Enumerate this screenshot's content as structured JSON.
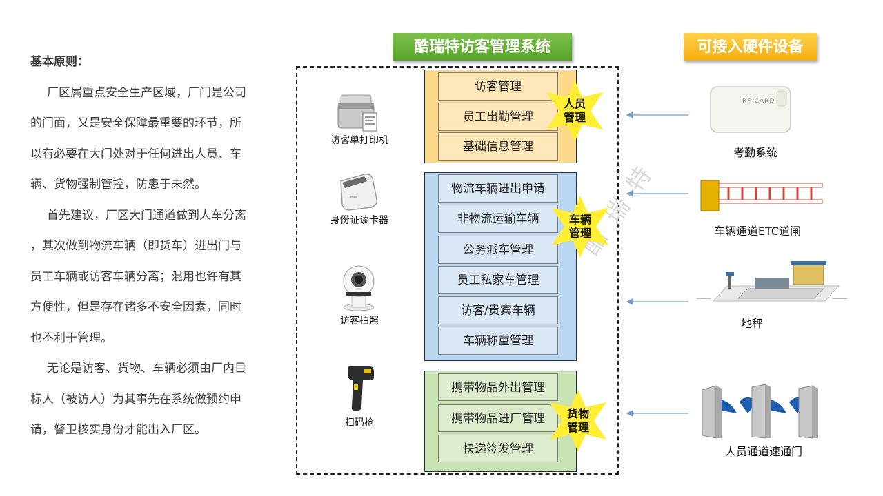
{
  "principles": {
    "heading": "基本原则：",
    "lines": [
      "厂区属重点安全生产区域，厂门是公司",
      "的门面，又是安全保障最重要的环节，所",
      "以有必要在大门处对于任何进出人员、车",
      "辆、货物强制管控，防患于未然。",
      "首先建议，厂区大门通道做到人车分离",
      "，其次做到物流车辆（即货车）进出门与",
      "员工车辆或访客车辆分离；混用也许有其",
      "方便性，但是存在诸多不安全因素，同时",
      "也不利于管理。",
      "无论是访客、货物、车辆必须由厂内目",
      "标人（被访人）为其事先在系统做预约申",
      "请，警卫核实身份才能出入厂区。"
    ]
  },
  "system_title": "酷瑞特访客管理系统",
  "hardware_title": "可接入硬件设备",
  "person_group": {
    "star_label": "人员\n管理",
    "items": [
      "访客管理",
      "员工出勤管理",
      "基础信息管理"
    ]
  },
  "vehicle_group": {
    "star_label": "车辆\n管理",
    "items": [
      "物流车辆进出申请",
      "非物流运输车辆",
      "公务派车管理",
      "员工私家车管理",
      "访客/贵宾车辆",
      "车辆称重管理"
    ]
  },
  "goods_group": {
    "star_label": "货物\n管理",
    "items": [
      "携带物品外出管理",
      "携带物品进厂管理",
      "快递签发管理"
    ]
  },
  "devices": {
    "printer": "访客单打印机",
    "id_reader": "身份证读卡器",
    "camera": "访客拍照",
    "scanner": "扫码枪"
  },
  "hardware": {
    "attendance": "考勤系统",
    "attendance_card_text": "RF-CARD",
    "etc_gate": "车辆通道ETC道闸",
    "scale": "地秤",
    "speed_gate": "人员通道速通门"
  },
  "watermark": "酷瑞特",
  "colors": {
    "green_header": "#58a52a",
    "yellow_header": "#f5ad12",
    "person_bg": "#fcd88a",
    "vehicle_bg": "#b9d7f1",
    "goods_bg": "#c9e2b1",
    "star": "#ffee33",
    "arrow": "#6f9fd0"
  }
}
